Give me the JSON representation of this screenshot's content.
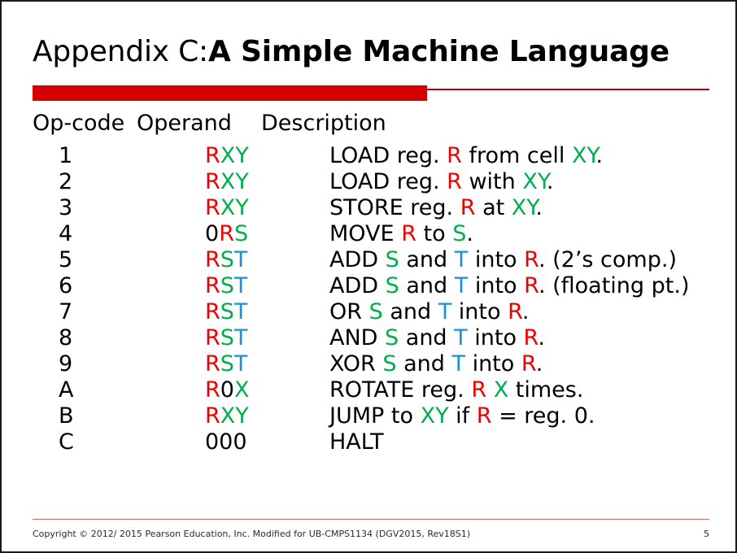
{
  "slide": {
    "title_prefix": "Appendix C: ",
    "title_emphasis": "A Simple Machine Language",
    "accent_color": "#d40000",
    "rule_color": "#c00000"
  },
  "table": {
    "headers": {
      "opcode": "Op-code",
      "operand": "Operand",
      "description": "Description"
    },
    "rows": [
      {
        "opcode": "1",
        "operand": [
          {
            "t": "R",
            "c": "red"
          },
          {
            "t": "XY",
            "c": "green"
          }
        ],
        "description": [
          {
            "t": "LOAD reg. ",
            "c": "black"
          },
          {
            "t": "R",
            "c": "red"
          },
          {
            "t": " from cell ",
            "c": "black"
          },
          {
            "t": "XY",
            "c": "green"
          },
          {
            "t": ".",
            "c": "black"
          }
        ]
      },
      {
        "opcode": "2",
        "operand": [
          {
            "t": "R",
            "c": "red"
          },
          {
            "t": "XY",
            "c": "green"
          }
        ],
        "description": [
          {
            "t": "LOAD reg. ",
            "c": "black"
          },
          {
            "t": "R",
            "c": "red"
          },
          {
            "t": " with ",
            "c": "black"
          },
          {
            "t": "XY",
            "c": "green"
          },
          {
            "t": ".",
            "c": "black"
          }
        ]
      },
      {
        "opcode": "3",
        "operand": [
          {
            "t": "R",
            "c": "red"
          },
          {
            "t": "XY",
            "c": "green"
          }
        ],
        "description": [
          {
            "t": "STORE reg. ",
            "c": "black"
          },
          {
            "t": "R",
            "c": "red"
          },
          {
            "t": " at ",
            "c": "black"
          },
          {
            "t": "XY",
            "c": "green"
          },
          {
            "t": ".",
            "c": "black"
          }
        ]
      },
      {
        "opcode": "4",
        "operand": [
          {
            "t": "0",
            "c": "black"
          },
          {
            "t": "R",
            "c": "red"
          },
          {
            "t": "S",
            "c": "green"
          }
        ],
        "description": [
          {
            "t": "MOVE ",
            "c": "black"
          },
          {
            "t": "R",
            "c": "red"
          },
          {
            "t": " to ",
            "c": "black"
          },
          {
            "t": "S",
            "c": "green"
          },
          {
            "t": ".",
            "c": "black"
          }
        ]
      },
      {
        "opcode": "5",
        "operand": [
          {
            "t": "R",
            "c": "red"
          },
          {
            "t": "S",
            "c": "green"
          },
          {
            "t": "T",
            "c": "blue"
          }
        ],
        "description": [
          {
            "t": "ADD ",
            "c": "black"
          },
          {
            "t": "S",
            "c": "green"
          },
          {
            "t": " and ",
            "c": "black"
          },
          {
            "t": "T",
            "c": "blue"
          },
          {
            "t": " into ",
            "c": "black"
          },
          {
            "t": "R",
            "c": "red"
          },
          {
            "t": ". (2’s comp.)",
            "c": "black"
          }
        ]
      },
      {
        "opcode": "6",
        "operand": [
          {
            "t": "R",
            "c": "red"
          },
          {
            "t": "S",
            "c": "green"
          },
          {
            "t": "T",
            "c": "blue"
          }
        ],
        "description": [
          {
            "t": "ADD ",
            "c": "black"
          },
          {
            "t": "S",
            "c": "green"
          },
          {
            "t": " and ",
            "c": "black"
          },
          {
            "t": "T",
            "c": "blue"
          },
          {
            "t": " into ",
            "c": "black"
          },
          {
            "t": "R",
            "c": "red"
          },
          {
            "t": ". (floating pt.)",
            "c": "black"
          }
        ]
      },
      {
        "opcode": "7",
        "operand": [
          {
            "t": "R",
            "c": "red"
          },
          {
            "t": "S",
            "c": "green"
          },
          {
            "t": "T",
            "c": "blue"
          }
        ],
        "description": [
          {
            "t": "OR ",
            "c": "black"
          },
          {
            "t": "S",
            "c": "green"
          },
          {
            "t": " and ",
            "c": "black"
          },
          {
            "t": "T",
            "c": "blue"
          },
          {
            "t": " into ",
            "c": "black"
          },
          {
            "t": "R",
            "c": "red"
          },
          {
            "t": ".",
            "c": "black"
          }
        ]
      },
      {
        "opcode": "8",
        "operand": [
          {
            "t": "R",
            "c": "red"
          },
          {
            "t": "S",
            "c": "green"
          },
          {
            "t": "T",
            "c": "blue"
          }
        ],
        "description": [
          {
            "t": "AND ",
            "c": "black"
          },
          {
            "t": "S",
            "c": "green"
          },
          {
            "t": " and ",
            "c": "black"
          },
          {
            "t": "T",
            "c": "blue"
          },
          {
            "t": " into ",
            "c": "black"
          },
          {
            "t": "R",
            "c": "red"
          },
          {
            "t": ".",
            "c": "black"
          }
        ]
      },
      {
        "opcode": "9",
        "operand": [
          {
            "t": "R",
            "c": "red"
          },
          {
            "t": "S",
            "c": "green"
          },
          {
            "t": "T",
            "c": "blue"
          }
        ],
        "description": [
          {
            "t": "XOR ",
            "c": "black"
          },
          {
            "t": "S",
            "c": "green"
          },
          {
            "t": " and ",
            "c": "black"
          },
          {
            "t": "T",
            "c": "blue"
          },
          {
            "t": " into ",
            "c": "black"
          },
          {
            "t": "R",
            "c": "red"
          },
          {
            "t": ".",
            "c": "black"
          }
        ]
      },
      {
        "opcode": "A",
        "operand": [
          {
            "t": "R",
            "c": "red"
          },
          {
            "t": "0",
            "c": "black"
          },
          {
            "t": "X",
            "c": "green"
          }
        ],
        "description": [
          {
            "t": "ROTATE reg. ",
            "c": "black"
          },
          {
            "t": "R",
            "c": "red"
          },
          {
            "t": " ",
            "c": "black"
          },
          {
            "t": "X",
            "c": "green"
          },
          {
            "t": " times.",
            "c": "black"
          }
        ]
      },
      {
        "opcode": "B",
        "operand": [
          {
            "t": "R",
            "c": "red"
          },
          {
            "t": "XY",
            "c": "green"
          }
        ],
        "description": [
          {
            "t": "JUMP to ",
            "c": "black"
          },
          {
            "t": "XY",
            "c": "green"
          },
          {
            "t": " if ",
            "c": "black"
          },
          {
            "t": "R",
            "c": "red"
          },
          {
            "t": " = reg. 0.",
            "c": "black"
          }
        ]
      },
      {
        "opcode": "C",
        "operand": [
          {
            "t": "000",
            "c": "black"
          }
        ],
        "description": [
          {
            "t": "HALT",
            "c": "black"
          }
        ]
      }
    ]
  },
  "footer": {
    "copyright": "Copyright © 2012/ 2015 Pearson Education, Inc. Modified for UB-CMPS1134 (DGV2015, Rev18S1)",
    "page_number": "5"
  }
}
